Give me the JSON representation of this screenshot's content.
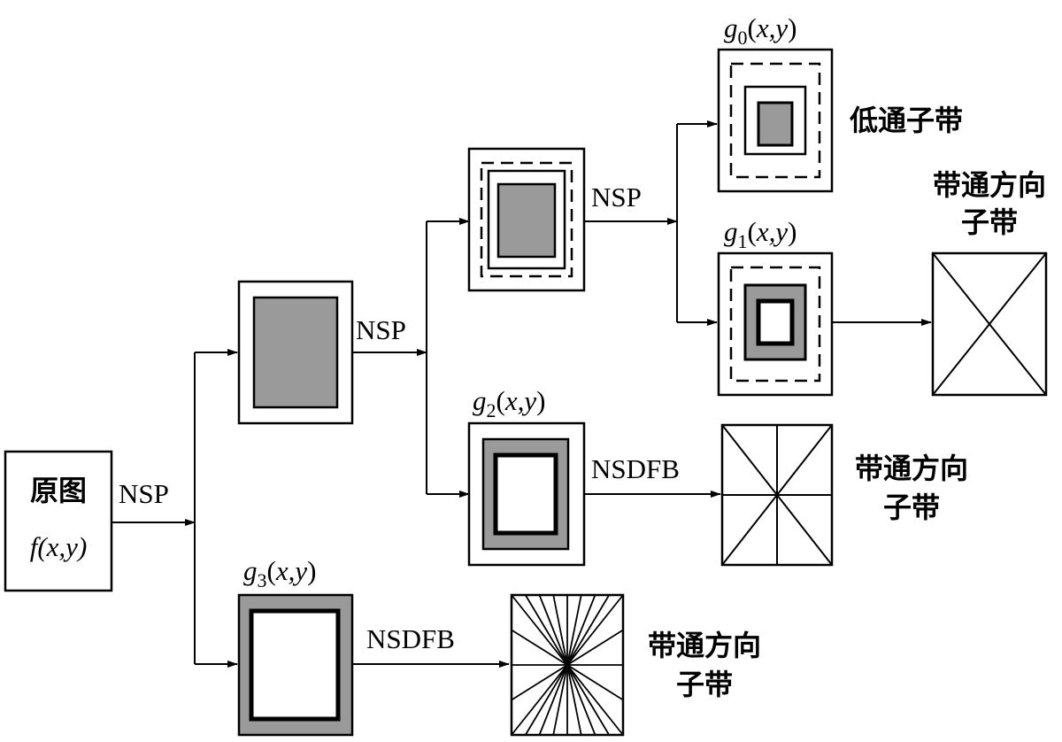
{
  "source": {
    "line1": "原图",
    "line2": "f(x,y)"
  },
  "ops": {
    "nsp": "NSP",
    "nsdfb": "NSDFB"
  },
  "subbands": {
    "g0": "g0(x,y)",
    "g1": "g1(x,y)",
    "g2": "g2(x,y)",
    "g3": "g3(x,y)"
  },
  "outputs": {
    "lowpass": "低通子带",
    "bandpass_line1": "带通方向",
    "bandpass_line2": "子带"
  },
  "colors": {
    "gray_fill": "#9a9a9a",
    "line": "#000000"
  }
}
